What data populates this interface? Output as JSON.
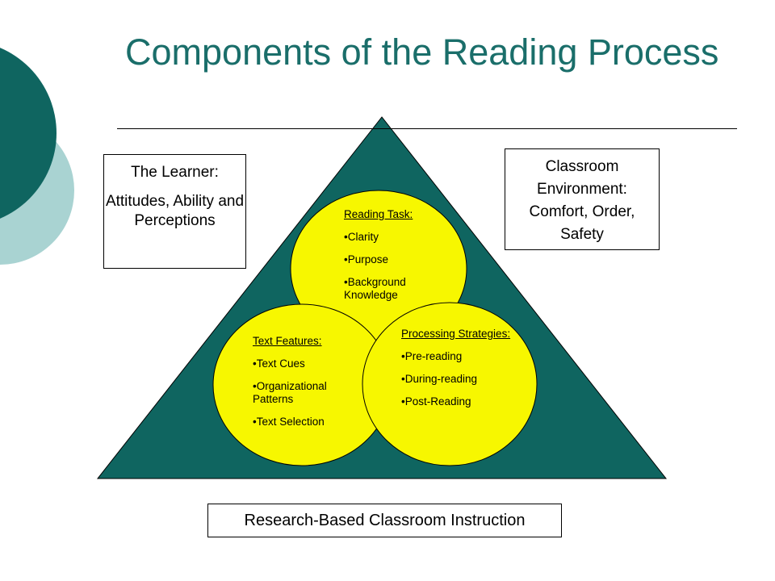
{
  "title": "Components of the Reading Process",
  "colors": {
    "accent": "#1a6e6a",
    "triangle": "#0f6560",
    "light_teal": "#a9d3d2",
    "circle_fill": "#f7f700"
  },
  "learner": {
    "heading": "The Learner:",
    "detail": "Attitudes, Ability and Perceptions"
  },
  "classroom": {
    "text": "Classroom Environment: Comfort, Order, Safety"
  },
  "research": {
    "text": "Research-Based Classroom Instruction"
  },
  "reading_task": {
    "heading": "Reading Task:",
    "items": [
      "•Clarity",
      "•Purpose",
      "•Background Knowledge"
    ]
  },
  "text_features": {
    "heading": "Text Features:",
    "items": [
      "•Text Cues",
      "•Organizational Patterns",
      "•Text Selection"
    ]
  },
  "processing": {
    "heading": "Processing Strategies:",
    "items": [
      "•Pre-reading",
      "•During-reading",
      "•Post-Reading"
    ]
  }
}
